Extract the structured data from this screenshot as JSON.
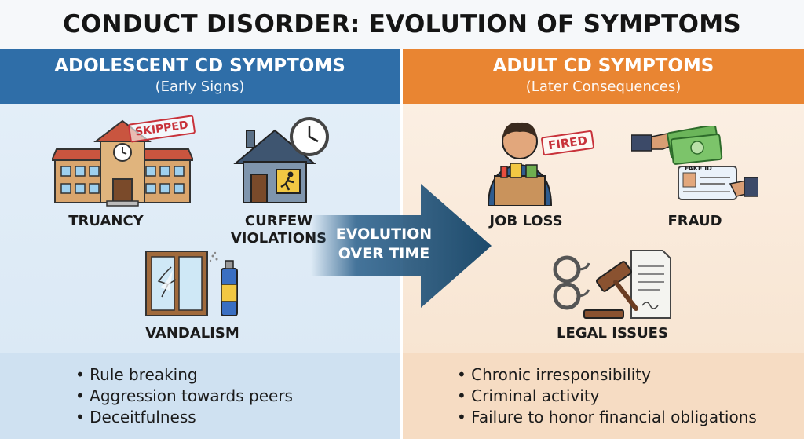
{
  "title": "CONDUCT DISORDER: EVOLUTION OF SYMPTOMS",
  "left": {
    "heading": "ADOLESCENT CD SYMPTOMS",
    "subheading": "(Early Signs)",
    "items": [
      {
        "label": "TRUANCY",
        "icon": "school-icon",
        "stamp": "SKIPPED"
      },
      {
        "label_line1": "CURFEW",
        "label_line2": "VIOLATIONS",
        "icon": "house-clock-icon"
      },
      {
        "label": "VANDALISM",
        "icon": "broken-window-spray-icon"
      }
    ],
    "bullets": [
      "Rule breaking",
      "Aggression towards peers",
      "Deceitfulness"
    ],
    "color": "#2f6ea8"
  },
  "arrow": {
    "line1": "EVOLUTION",
    "line2": "OVER TIME"
  },
  "right": {
    "heading": "ADULT CD SYMPTOMS",
    "subheading": "(Later Consequences)",
    "items": [
      {
        "label": "JOB LOSS",
        "icon": "fired-worker-icon",
        "stamp": "FIRED"
      },
      {
        "label": "FRAUD",
        "icon": "fake-id-money-icon",
        "card_text": "FAKE ID"
      },
      {
        "label": "LEGAL ISSUES",
        "icon": "handcuffs-gavel-icon"
      }
    ],
    "bullets": [
      "Chronic irresponsibility",
      "Criminal activity",
      "Failure to honor financial obligations"
    ],
    "color": "#e98532"
  }
}
